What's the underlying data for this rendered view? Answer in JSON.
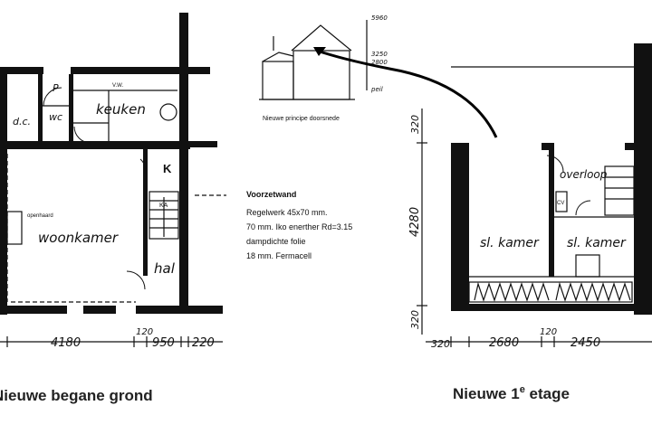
{
  "ground_floor": {
    "caption": "Nieuwe begane grond",
    "rooms": {
      "keuken": "keuken",
      "woonkamer": "woonkamer",
      "hal": "hal",
      "wc": "wc",
      "dc": "d.c.",
      "p": "P",
      "k": "K",
      "openhaard": "openhaard",
      "ka": "KA",
      "vw": "V.W."
    },
    "dimensions": {
      "d1": "4180",
      "d2": "120",
      "d3": "950",
      "d4": "220"
    }
  },
  "first_floor": {
    "caption_main": "Nieuwe 1",
    "caption_sup": "e",
    "caption_tail": " etage",
    "rooms": {
      "sl_kamer_1": "sl. kamer",
      "sl_kamer_2": "sl. kamer",
      "overloop": "overloop",
      "cv": "CV"
    },
    "dimensions": {
      "w1": "320",
      "w2": "2680",
      "w3": "120",
      "w4": "2450",
      "h_top": "320",
      "h_mid": "4280",
      "h_bot": "320"
    }
  },
  "section": {
    "caption": "Nieuwe principe doorsnede",
    "labels": {
      "top": "5960",
      "mid": "3250",
      "mid2": "2800",
      "low": "peil"
    }
  },
  "legend": {
    "title": "Voorzetwand",
    "lines": [
      "Regelwerk 45x70 mm.",
      "70 mm. Iko enerther  Rd=3.15",
      "dampdichte folie",
      "18 mm. Fermacell"
    ]
  }
}
